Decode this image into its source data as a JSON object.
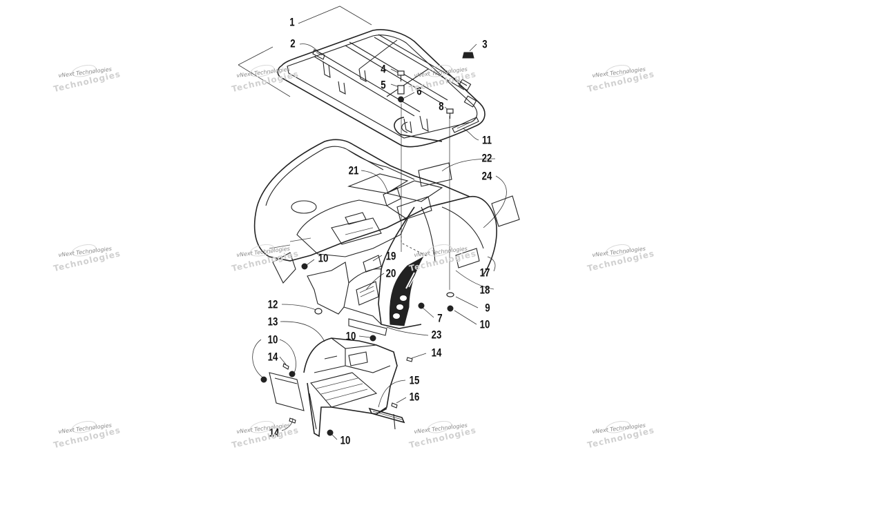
{
  "callouts": [
    {
      "id": "c1",
      "label": "1"
    },
    {
      "id": "c2",
      "label": "2"
    },
    {
      "id": "c3",
      "label": "3"
    },
    {
      "id": "c4",
      "label": "4"
    },
    {
      "id": "c5",
      "label": "5"
    },
    {
      "id": "c6",
      "label": "6"
    },
    {
      "id": "c8",
      "label": "8"
    },
    {
      "id": "c11",
      "label": "11"
    },
    {
      "id": "c22",
      "label": "22"
    },
    {
      "id": "c21",
      "label": "21"
    },
    {
      "id": "c24",
      "label": "24"
    },
    {
      "id": "c10a",
      "label": "10"
    },
    {
      "id": "c19",
      "label": "19"
    },
    {
      "id": "c20",
      "label": "20"
    },
    {
      "id": "c17",
      "label": "17"
    },
    {
      "id": "c18",
      "label": "18"
    },
    {
      "id": "c12",
      "label": "12"
    },
    {
      "id": "c9",
      "label": "9"
    },
    {
      "id": "c13",
      "label": "13"
    },
    {
      "id": "c7",
      "label": "7"
    },
    {
      "id": "c10b",
      "label": "10"
    },
    {
      "id": "c10c",
      "label": "10"
    },
    {
      "id": "c23",
      "label": "23"
    },
    {
      "id": "c10d",
      "label": "10"
    },
    {
      "id": "c14a",
      "label": "14"
    },
    {
      "id": "c14b",
      "label": "14"
    },
    {
      "id": "c15",
      "label": "15"
    },
    {
      "id": "c16",
      "label": "16"
    },
    {
      "id": "c14c",
      "label": "14"
    },
    {
      "id": "c10e",
      "label": "10"
    }
  ],
  "watermark": {
    "line1": "vNext Technologies",
    "line2": "Technologies"
  }
}
